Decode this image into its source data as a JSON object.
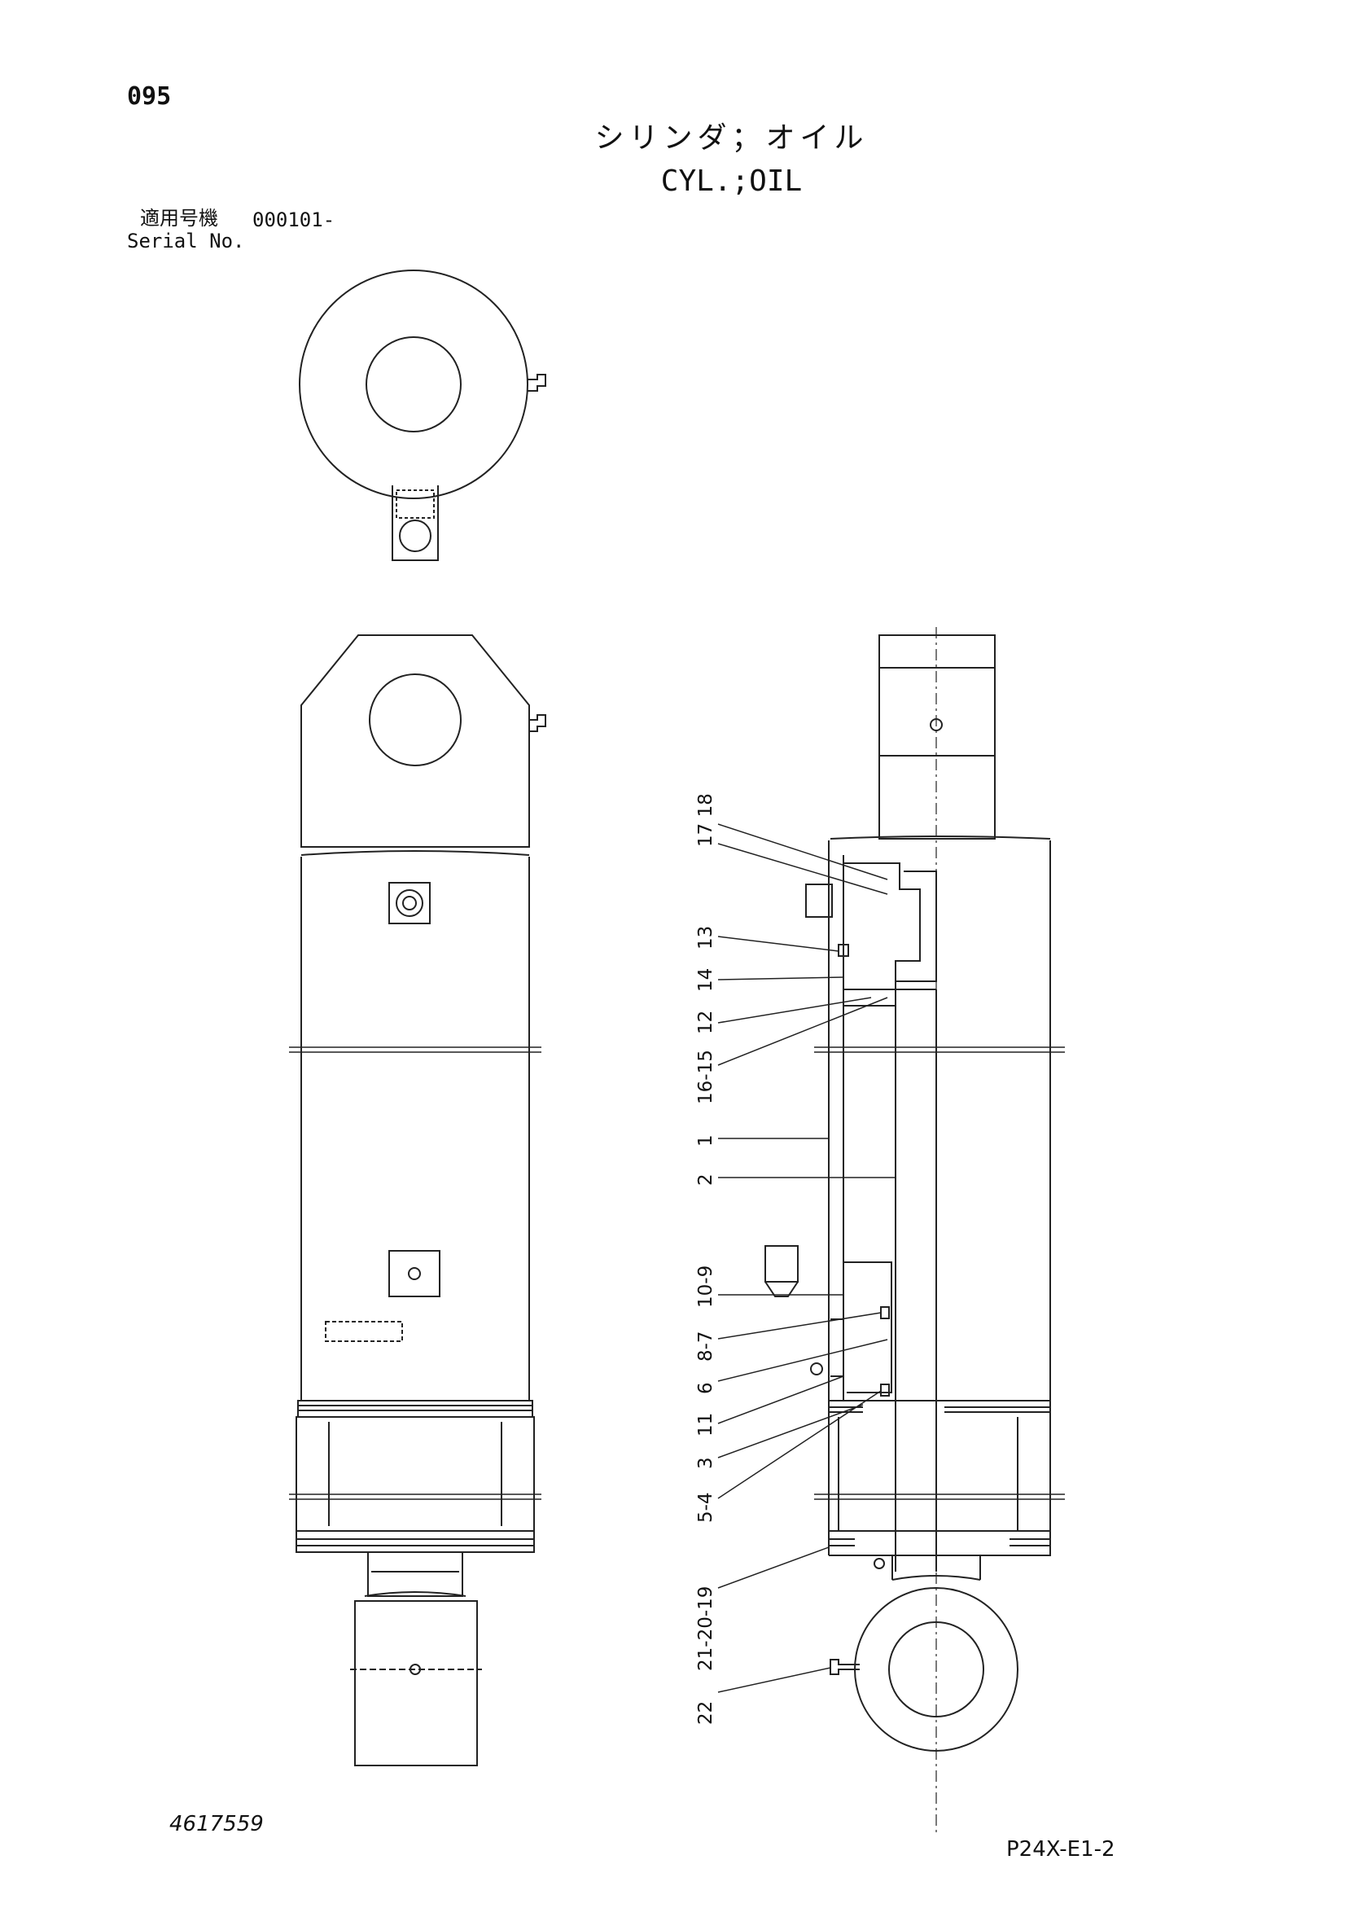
{
  "header": {
    "page_number": "095",
    "title_jp": "シリンダ；オイル",
    "title_en": "CYL.;OIL",
    "applicable_label": "適用号機",
    "serial_range": "000101-",
    "serial_label": "Serial No."
  },
  "footer": {
    "drawing_number": "4617559",
    "page_code": "P24X-E1-2"
  },
  "callouts": [
    "17 18",
    "13",
    "14",
    "12",
    "16-15",
    "1",
    "2",
    "10-9",
    "8-7",
    "6",
    "11",
    "3",
    "5-4",
    "21-20-19",
    "22"
  ]
}
